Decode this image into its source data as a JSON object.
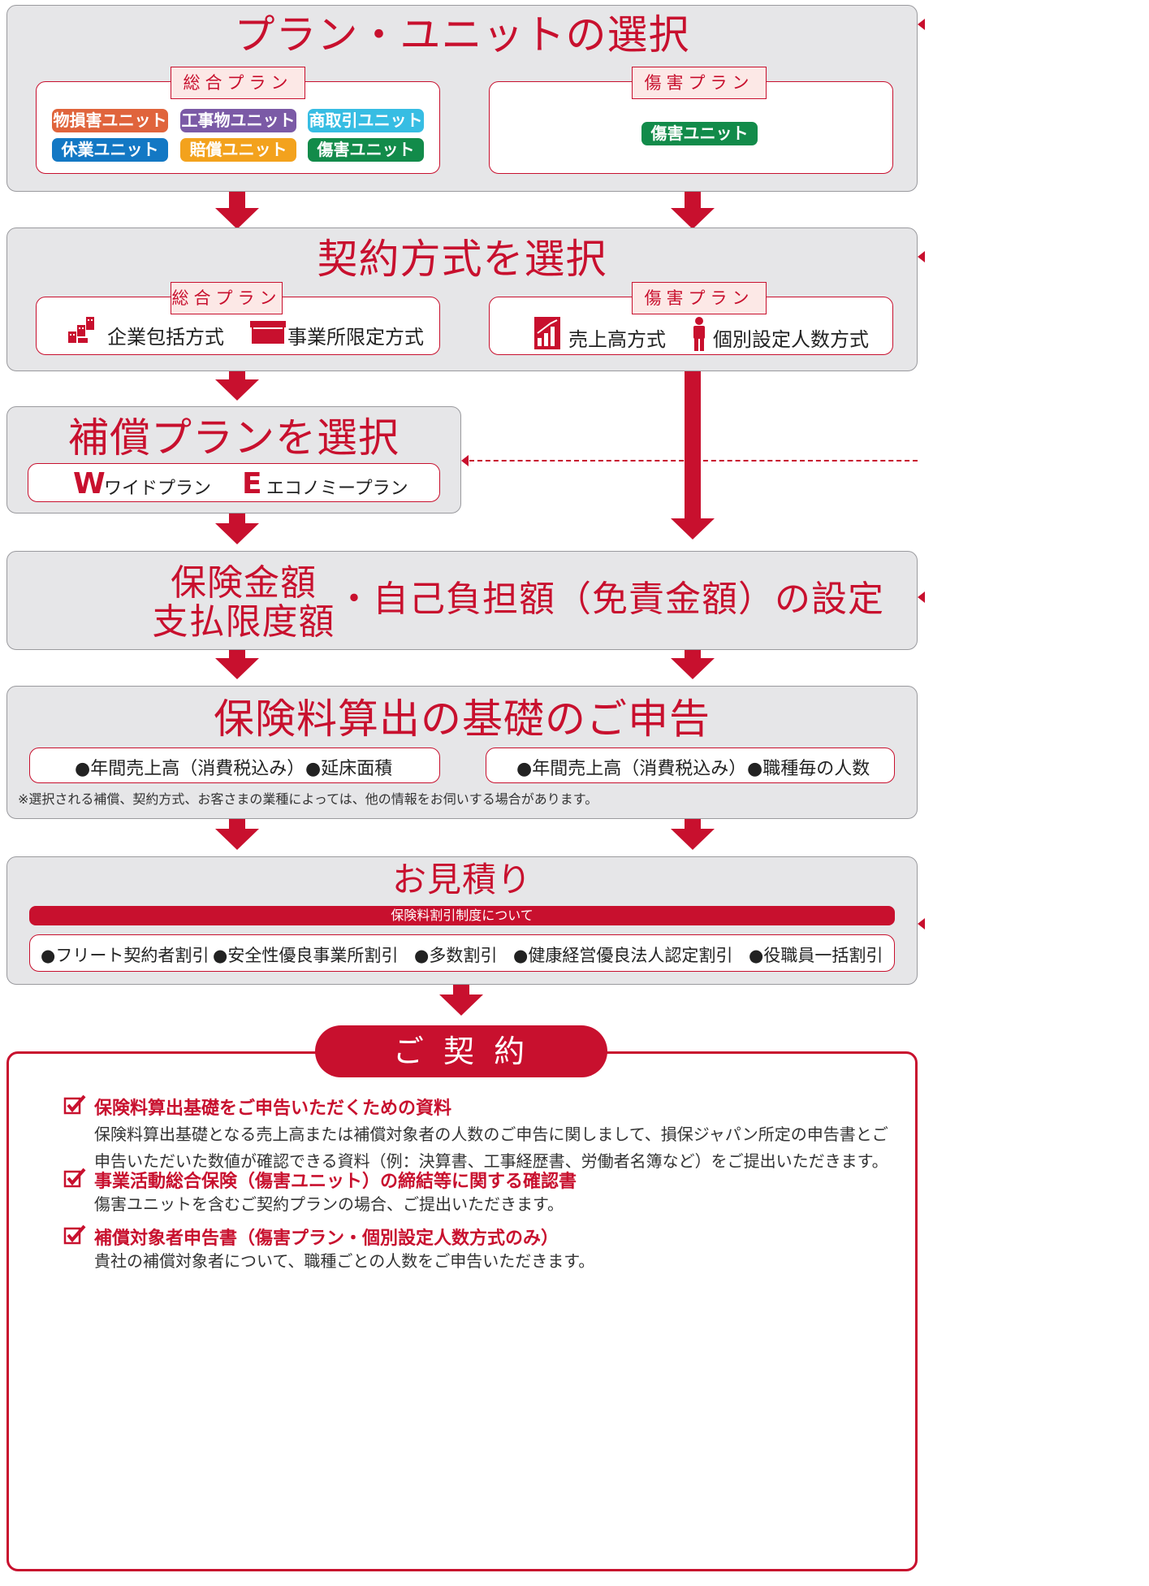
{
  "colors": {
    "accent": "#c8102e",
    "panel_bg": "#e6e6e8",
    "unit_property": "#e0643c",
    "unit_construction": "#7b5aa6",
    "unit_commerce": "#37bde3",
    "unit_business_interruption": "#1378c4",
    "unit_liability": "#f3a21d",
    "unit_injury": "#128b4a"
  },
  "step1": {
    "title": "プラン・ユニットの選択",
    "general_plan_label": "総合プラン",
    "injury_plan_label": "傷害プラン",
    "general_units": [
      "物損害ユニット",
      "工事物ユニット",
      "商取引ユニット",
      "休業ユニット",
      "賠償ユニット",
      "傷害ユニット"
    ],
    "injury_units": [
      "傷害ユニット"
    ]
  },
  "step2": {
    "title": "契約方式を選択",
    "general_plan_label": "総合プラン",
    "injury_plan_label": "傷害プラン",
    "general_methods": [
      "企業包括方式",
      "事業所限定方式"
    ],
    "injury_methods": [
      "売上高方式",
      "個別設定人数方式"
    ]
  },
  "step3": {
    "title": "補償プランを選択",
    "options": [
      {
        "letter": "W",
        "label": "ワイドプラン"
      },
      {
        "letter": "E",
        "label": "エコノミープラン"
      }
    ]
  },
  "step4": {
    "title_line1": "保険金額",
    "title_line2": "支払限度額",
    "title_rest": "・自己負担額（免責金額）の設定"
  },
  "step5": {
    "title": "保険料算出の基礎のご申告",
    "general_items": [
      "●年間売上高（消費税込み）",
      "●延床面積"
    ],
    "injury_items": [
      "●年間売上高（消費税込み）",
      "●職種毎の人数"
    ],
    "note": "※選択される補償、契約方式、お客さまの業種によっては、他の情報をお伺いする場合があります。"
  },
  "step6": {
    "title": "お見積り",
    "discount_bar": "保険料割引制度について",
    "discounts": [
      "●フリート契約者割引",
      "●安全性優良事業所割引",
      "●多数割引",
      "●健康経営優良法人認定割引",
      "●役職員一括割引"
    ]
  },
  "contract": {
    "title": "ご 契 約",
    "documents": [
      {
        "title": "保険料算出基礎をご申告いただくための資料",
        "desc": "保険料算出基礎となる売上高または補償対象者の人数のご申告に関しまして、損保ジャパン所定の申告書とご申告いただいた数値が確認できる資料（例：決算書、工事経歴書、労働者名簿など）をご提出いただきます。"
      },
      {
        "title": "事業活動総合保険（傷害ユニット）の締結等に関する確認書",
        "desc": "傷害ユニットを含むご契約プランの場合、ご提出いただきます。"
      },
      {
        "title": "補償対象者申告書（傷害プラン・個別設定人数方式のみ）",
        "desc": "貴社の補償対象者について、職種ごとの人数をご申告いただきます。"
      }
    ]
  }
}
